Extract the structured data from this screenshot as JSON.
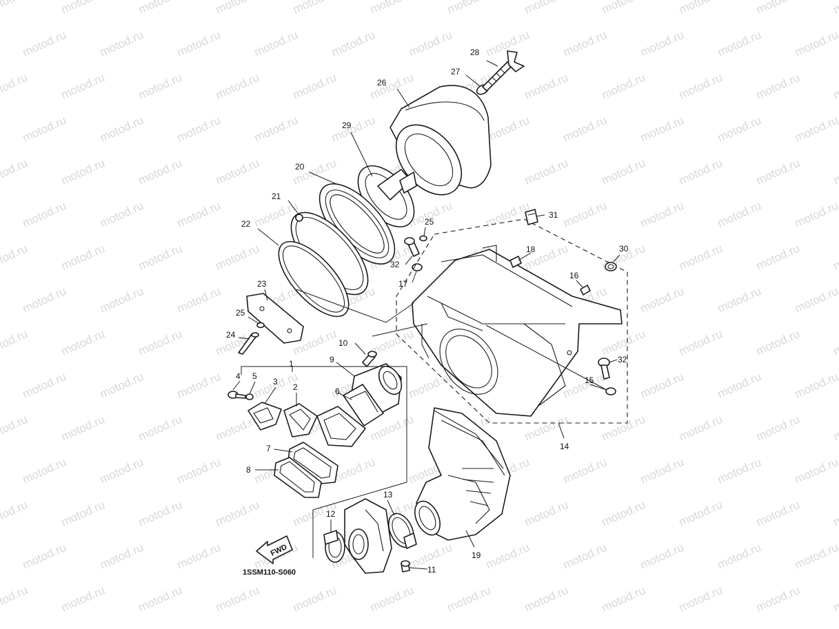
{
  "watermark": "motod.ru",
  "diagram_code": "1SSM110-S060",
  "fwd_label": "FWD",
  "callouts": {
    "c1": "1",
    "c2": "2",
    "c3": "3",
    "c4": "4",
    "c5": "5",
    "c6": "6",
    "c7": "7",
    "c8": "8",
    "c9": "9",
    "c10": "10",
    "c11": "11",
    "c12": "12",
    "c13": "13",
    "c14": "14",
    "c15": "15",
    "c16": "16",
    "c17": "17",
    "c18": "18",
    "c19": "19",
    "c20": "20",
    "c21": "21",
    "c22": "22",
    "c23": "23",
    "c24": "24",
    "c25a": "25",
    "c25b": "25",
    "c26": "26",
    "c27": "27",
    "c28": "28",
    "c29": "29",
    "c30": "30",
    "c31": "31",
    "c32a": "32",
    "c32b": "32"
  },
  "colors": {
    "line": "#1a1a1a",
    "watermark": "#d8d8d8"
  }
}
